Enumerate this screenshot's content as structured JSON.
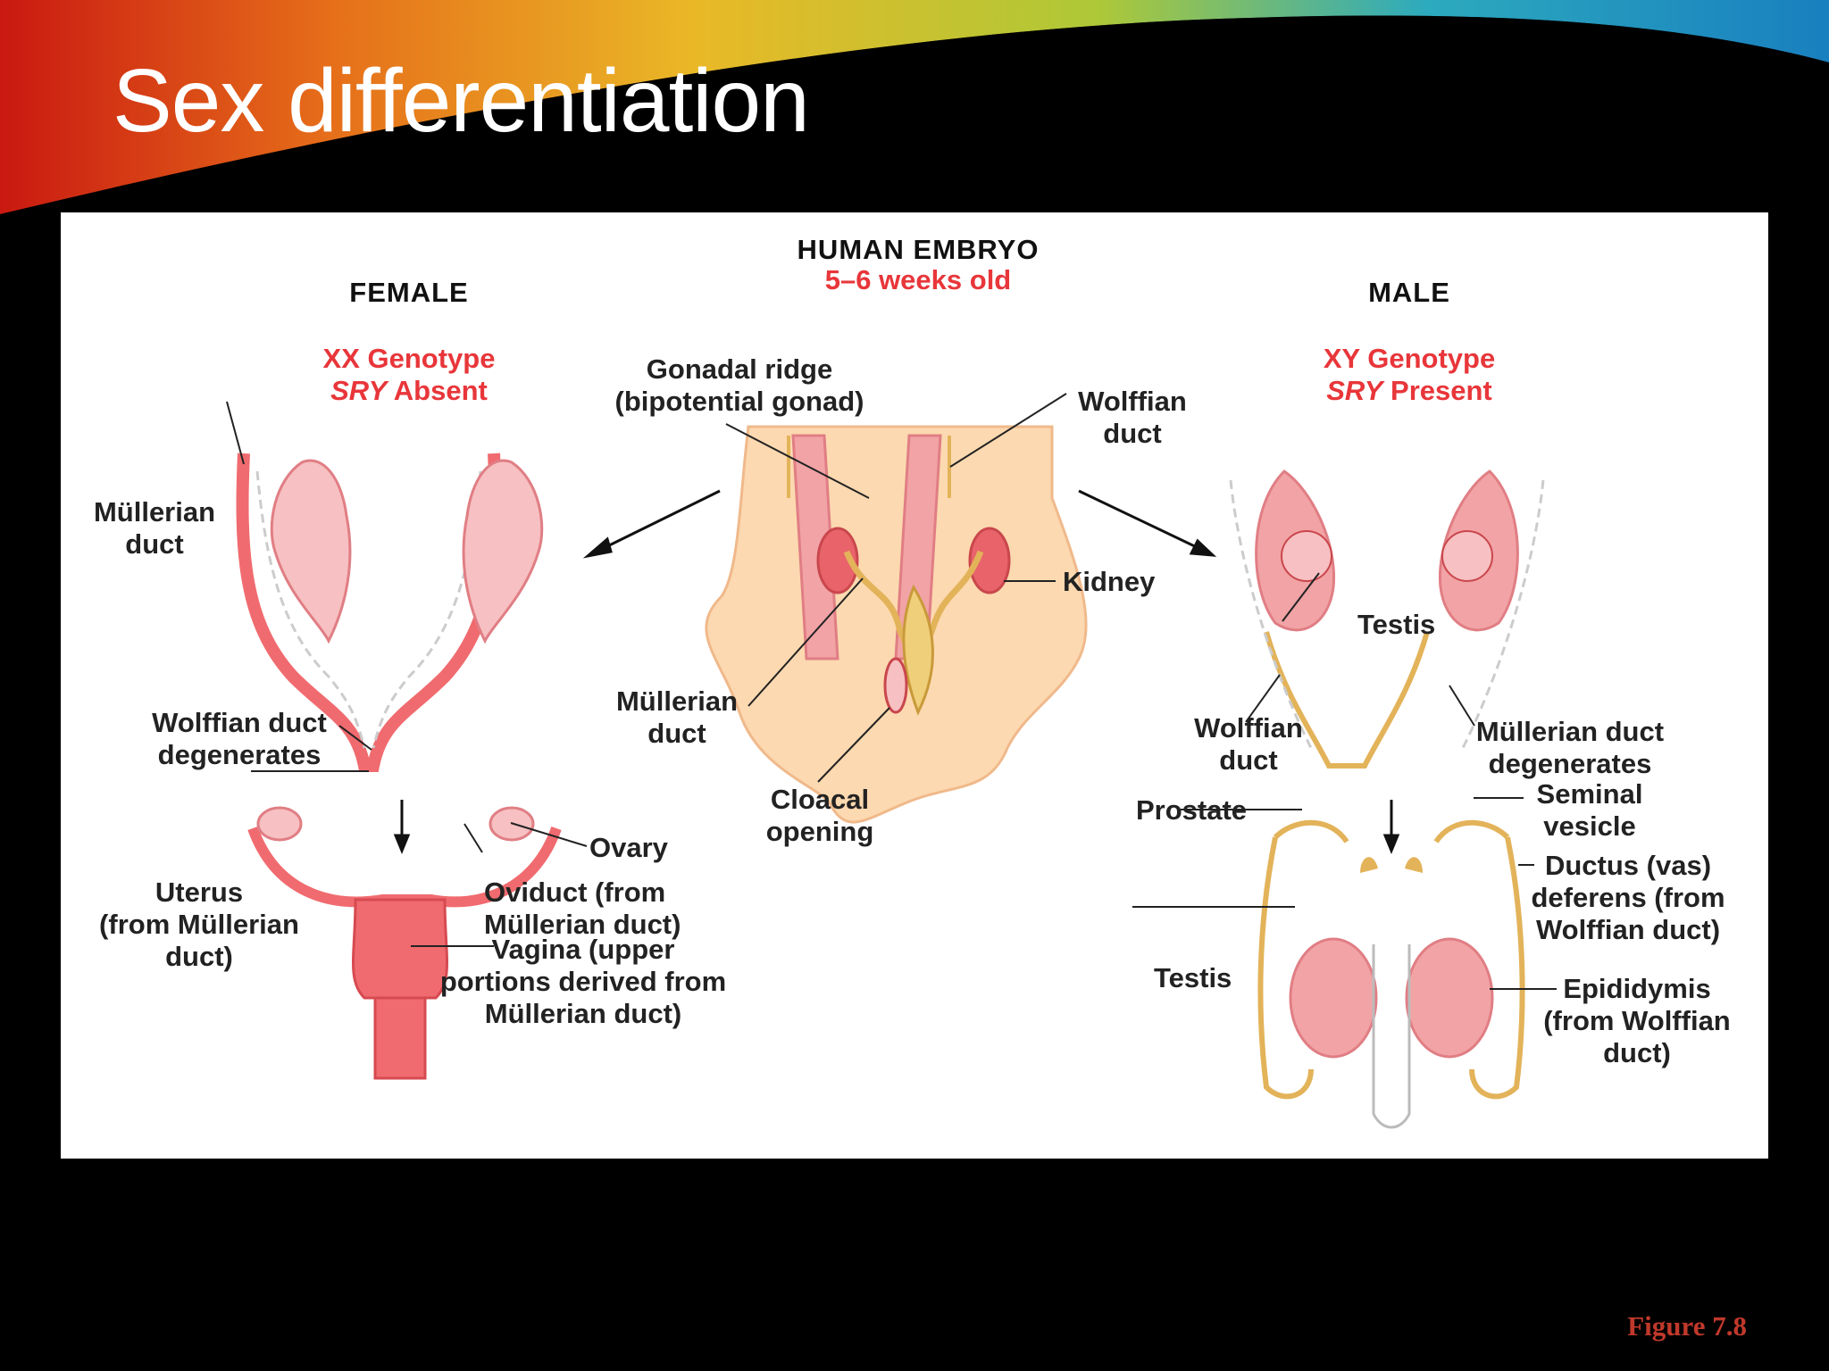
{
  "slide": {
    "title": "Sex differentiation",
    "figure_label": "Figure 7.8"
  },
  "header": {
    "title": "HUMAN EMBRYO",
    "subtitle": "5–6 weeks old"
  },
  "female": {
    "title": "FEMALE",
    "genotype": "XX Genotype",
    "sry_term": "SRY",
    "sry_status": "Absent",
    "labels": {
      "mullerian_duct_1": "Müllerian",
      "mullerian_duct_2": "duct",
      "wolffian_deg_1": "Wolffian duct",
      "wolffian_deg_2": "degenerates",
      "ovary": "Ovary",
      "uterus_1": "Uterus",
      "uterus_2": "(from Müllerian",
      "uterus_3": "duct)",
      "oviduct_1": "Oviduct (from",
      "oviduct_2": "Müllerian duct)",
      "vagina_1": "Vagina (upper",
      "vagina_2": "portions derived from",
      "vagina_3": "Müllerian duct)"
    }
  },
  "embryo": {
    "labels": {
      "gonadal_1": "Gonadal ridge",
      "gonadal_2": "(bipotential gonad)",
      "wolffian_1": "Wolffian",
      "wolffian_2": "duct",
      "kidney": "Kidney",
      "mullerian_1": "Müllerian",
      "mullerian_2": "duct",
      "cloacal_1": "Cloacal",
      "cloacal_2": "opening"
    }
  },
  "male": {
    "title": "MALE",
    "genotype": "XY Genotype",
    "sry_term": "SRY",
    "sry_status": "Present",
    "labels": {
      "testis_top": "Testis",
      "wolffian_1": "Wolffian",
      "wolffian_2": "duct",
      "mullerian_deg_1": "Müllerian duct",
      "mullerian_deg_2": "degenerates",
      "prostate": "Prostate",
      "seminal_1": "Seminal",
      "seminal_2": "vesicle",
      "ductus_1": "Ductus (vas)",
      "ductus_2": "deferens (from",
      "ductus_3": "Wolffian duct)",
      "testis_bottom": "Testis",
      "epididymis_1": "Epididymis",
      "epididymis_2": "(from Wolffian",
      "epididymis_3": "duct)"
    }
  },
  "colors": {
    "accent_red": "#e8363a",
    "organ_pink": "#f2a3a6",
    "duct_tan": "#e3b35a",
    "embryo_skin": "#fcd9b0"
  }
}
